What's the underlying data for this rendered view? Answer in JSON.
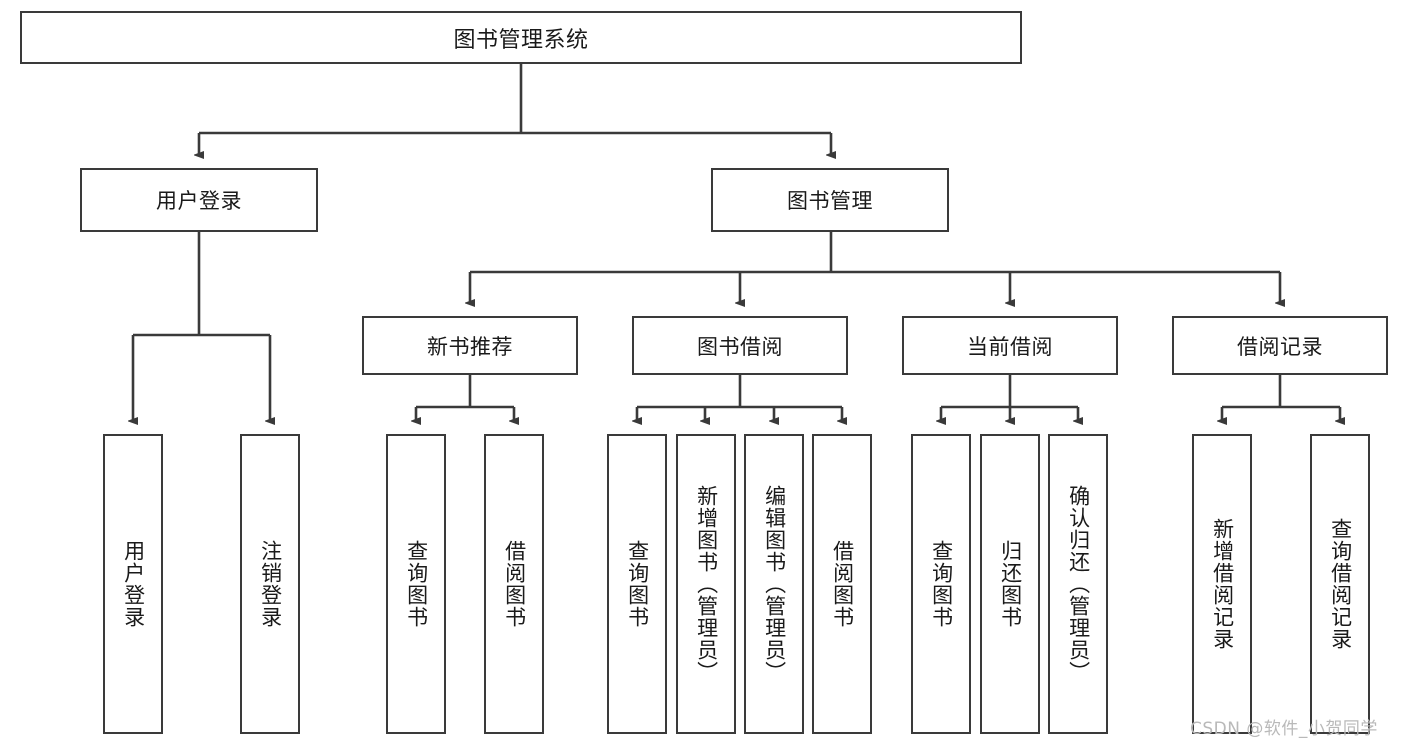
{
  "diagram": {
    "type": "tree-hierarchy",
    "title": "图书管理系统",
    "watermark": "CSDN @软件_小贺同学",
    "colors": {
      "box_border": "#3a3a3a",
      "box_fill": "#ffffff",
      "connector": "#3a3a3a",
      "text": "#1a1a1a",
      "watermark": "#b9b9b9",
      "background": "#ffffff"
    },
    "root": {
      "label": "图书管理系统"
    },
    "level2": [
      {
        "label": "用户登录"
      },
      {
        "label": "图书管理"
      }
    ],
    "level3": [
      {
        "label": "新书推荐"
      },
      {
        "label": "图书借阅"
      },
      {
        "label": "当前借阅"
      },
      {
        "label": "借阅记录"
      }
    ],
    "leaves": {
      "user_login": [
        {
          "label": "用户登录"
        },
        {
          "label": "注销登录"
        }
      ],
      "new_book_recommend": [
        {
          "label": "查询图书"
        },
        {
          "label": "借阅图书"
        }
      ],
      "book_borrow": [
        {
          "label": "查询图书"
        },
        {
          "label": "新增图书（管理员）"
        },
        {
          "label": "编辑图书（管理员）"
        },
        {
          "label": "借阅图书"
        }
      ],
      "current_borrow": [
        {
          "label": "查询图书"
        },
        {
          "label": "归还图书"
        },
        {
          "label": "确认归还（管理员）"
        }
      ],
      "borrow_records": [
        {
          "label": "新增借阅记录"
        },
        {
          "label": "查询借阅记录"
        }
      ]
    }
  }
}
